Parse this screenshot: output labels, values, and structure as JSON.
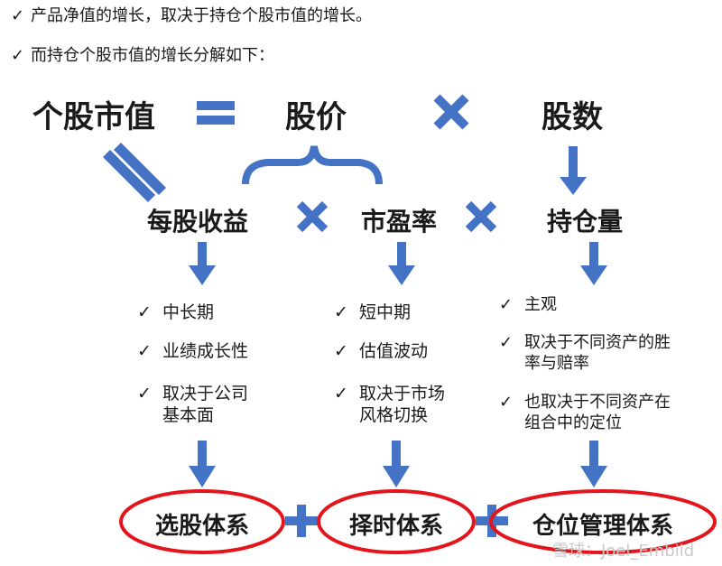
{
  "bullets": [
    "产品净值的增长，取决于持仓个股市值的增长。",
    "而持仓个股市值的增长分解如下："
  ],
  "check_glyph": "✓",
  "row1": {
    "left": "个股市值",
    "mid": "股价",
    "right": "股数"
  },
  "row2": {
    "a": "每股收益",
    "b": "市盈率",
    "c": "持仓量"
  },
  "col1_items": [
    {
      "lines": [
        "中长期"
      ]
    },
    {
      "lines": [
        "业绩成长性"
      ]
    },
    {
      "lines": [
        "取决于公司",
        "基本面"
      ]
    }
  ],
  "col2_items": [
    {
      "lines": [
        "短中期"
      ]
    },
    {
      "lines": [
        "估值波动"
      ]
    },
    {
      "lines": [
        "取决于市场",
        "风格切换"
      ]
    }
  ],
  "col3_items": [
    {
      "lines": [
        "主观"
      ]
    },
    {
      "lines": [
        "取决于不同资产的胜",
        "率与赔率"
      ]
    },
    {
      "lines": [
        "也取决于不同资产在",
        "组合中的定位"
      ]
    }
  ],
  "systems": {
    "a": "选股体系",
    "b": "择时体系",
    "c": "仓位管理体系"
  },
  "watermark": "雪球：Joel_Embiid",
  "colors": {
    "arrow_blue": "#4472c4",
    "oval_red": "#e3141b",
    "text": "#1a1a1a"
  }
}
